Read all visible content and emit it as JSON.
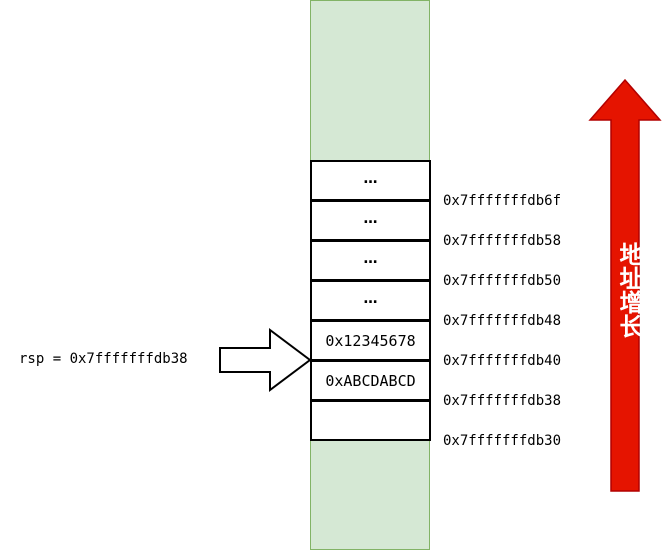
{
  "stack": {
    "cells": [
      {
        "value": "…"
      },
      {
        "value": "…"
      },
      {
        "value": "…"
      },
      {
        "value": "…"
      },
      {
        "value": "0x12345678"
      },
      {
        "value": "0xABCDABCD"
      },
      {
        "value": ""
      }
    ],
    "addresses": [
      "0x7fffffffdb6f",
      "0x7fffffffdb58",
      "0x7fffffffdb50",
      "0x7fffffffdb48",
      "0x7fffffffdb40",
      "0x7fffffffdb38",
      "0x7fffffffdb30"
    ]
  },
  "pointer": {
    "label": "rsp = 0x7fffffffdb38"
  },
  "growth": {
    "label": "地址增长"
  },
  "colors": {
    "column_fill": "#d5e8d4",
    "column_border": "#82b366",
    "arrow_red": "#e51400",
    "arrow_red_border": "#b20000"
  }
}
